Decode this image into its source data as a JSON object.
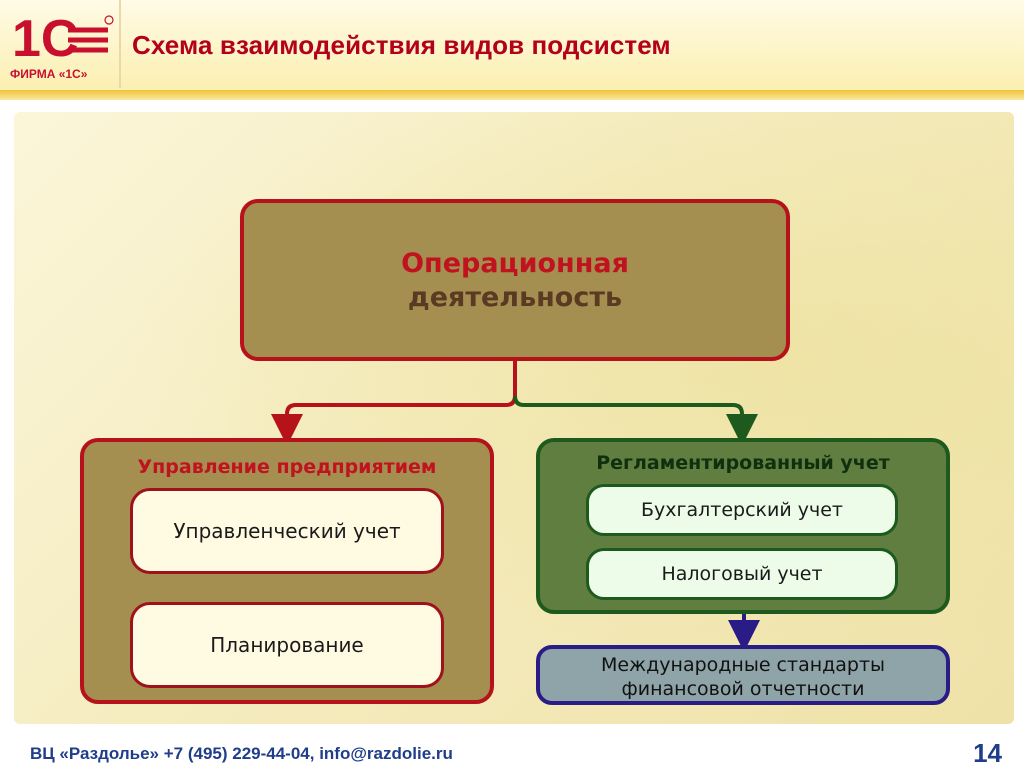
{
  "header": {
    "logo_mark": "1С",
    "logo_caption": "ФИРМА «1С»",
    "title": "Схема взаимодействия видов подсистем"
  },
  "diagram": {
    "operational": {
      "line1": "Операционная",
      "line2": "деятельность"
    },
    "management": {
      "title": "Управление предприятием",
      "items": [
        "Управленческий учет",
        "Планирование"
      ]
    },
    "regulated": {
      "title": "Регламентированный учет",
      "items": [
        "Бухгалтерский учет",
        "Налоговый учет"
      ]
    },
    "ifrs": {
      "line1": "Международные стандарты",
      "line2": "финансовой отчетности"
    }
  },
  "footer": {
    "contact": "ВЦ «Раздолье»  +7 (495) 229-44-04, info@razdolie.ru",
    "page_number": "14"
  },
  "colors": {
    "title_red": "#b3001b",
    "connector_red": "#b5121b",
    "connector_green": "#1e5a1e",
    "connector_blue": "#2a1c86",
    "footer_blue": "#1f3d8a"
  }
}
